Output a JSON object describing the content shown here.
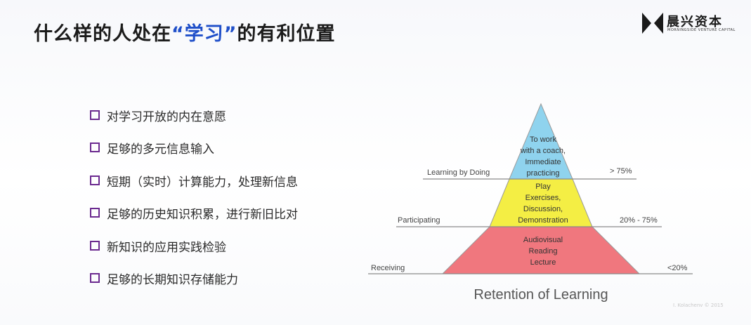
{
  "header": {
    "title_before": "什么样的人处在",
    "title_highlight": "“学习”",
    "title_after": "的有利位置",
    "highlight_color": "#1f4fc9"
  },
  "logo": {
    "name_cn": "晨兴资本",
    "name_en": "MORNINGSIDE VENTURE CAPITAL"
  },
  "bullets": {
    "marker_color": "#6b2a8f",
    "items": [
      "对学习开放的内在意愿",
      "足够的多元信息输入",
      "短期（实时）计算能力，处理新信息",
      "足够的历史知识积累，进行新旧比对",
      "新知识的应用实践检验",
      "足够的长期知识存储能力"
    ]
  },
  "pyramid": {
    "caption": "Retention of Learning",
    "credit": "I. Kolachenv © 2015",
    "tiers": [
      {
        "label": "Learning by Doing",
        "lines": [
          "To work",
          "with a coach,",
          "Immediate",
          "practicing"
        ],
        "retention": "> 75%",
        "color": "#8fd3ee"
      },
      {
        "label": "Participating",
        "lines": [
          "Play",
          "Exercises,",
          "Discussion,",
          "Demonstration"
        ],
        "retention": "20% - 75%",
        "color": "#f4ee44"
      },
      {
        "label": "Receiving",
        "lines": [
          "Audiovisual",
          "Reading",
          "Lecture"
        ],
        "retention": "<20%",
        "color": "#f0777e"
      }
    ]
  }
}
